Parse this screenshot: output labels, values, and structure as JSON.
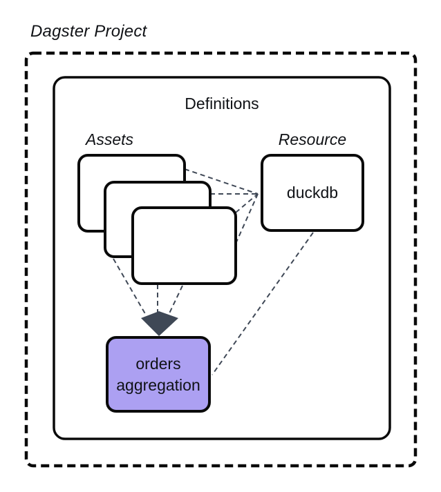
{
  "page": {
    "title": "Dagster Project"
  },
  "definitions": {
    "label": "Definitions"
  },
  "assets": {
    "label": "Assets",
    "count": 3
  },
  "resource": {
    "label": "Resource",
    "name": "duckdb"
  },
  "orders_aggregation": {
    "line1": "orders",
    "line2": "aggregation"
  },
  "colors": {
    "asset_highlight": "#aca0f2",
    "connector": "#3f4856",
    "border": "#0a0a0a",
    "background": "#ffffff"
  }
}
